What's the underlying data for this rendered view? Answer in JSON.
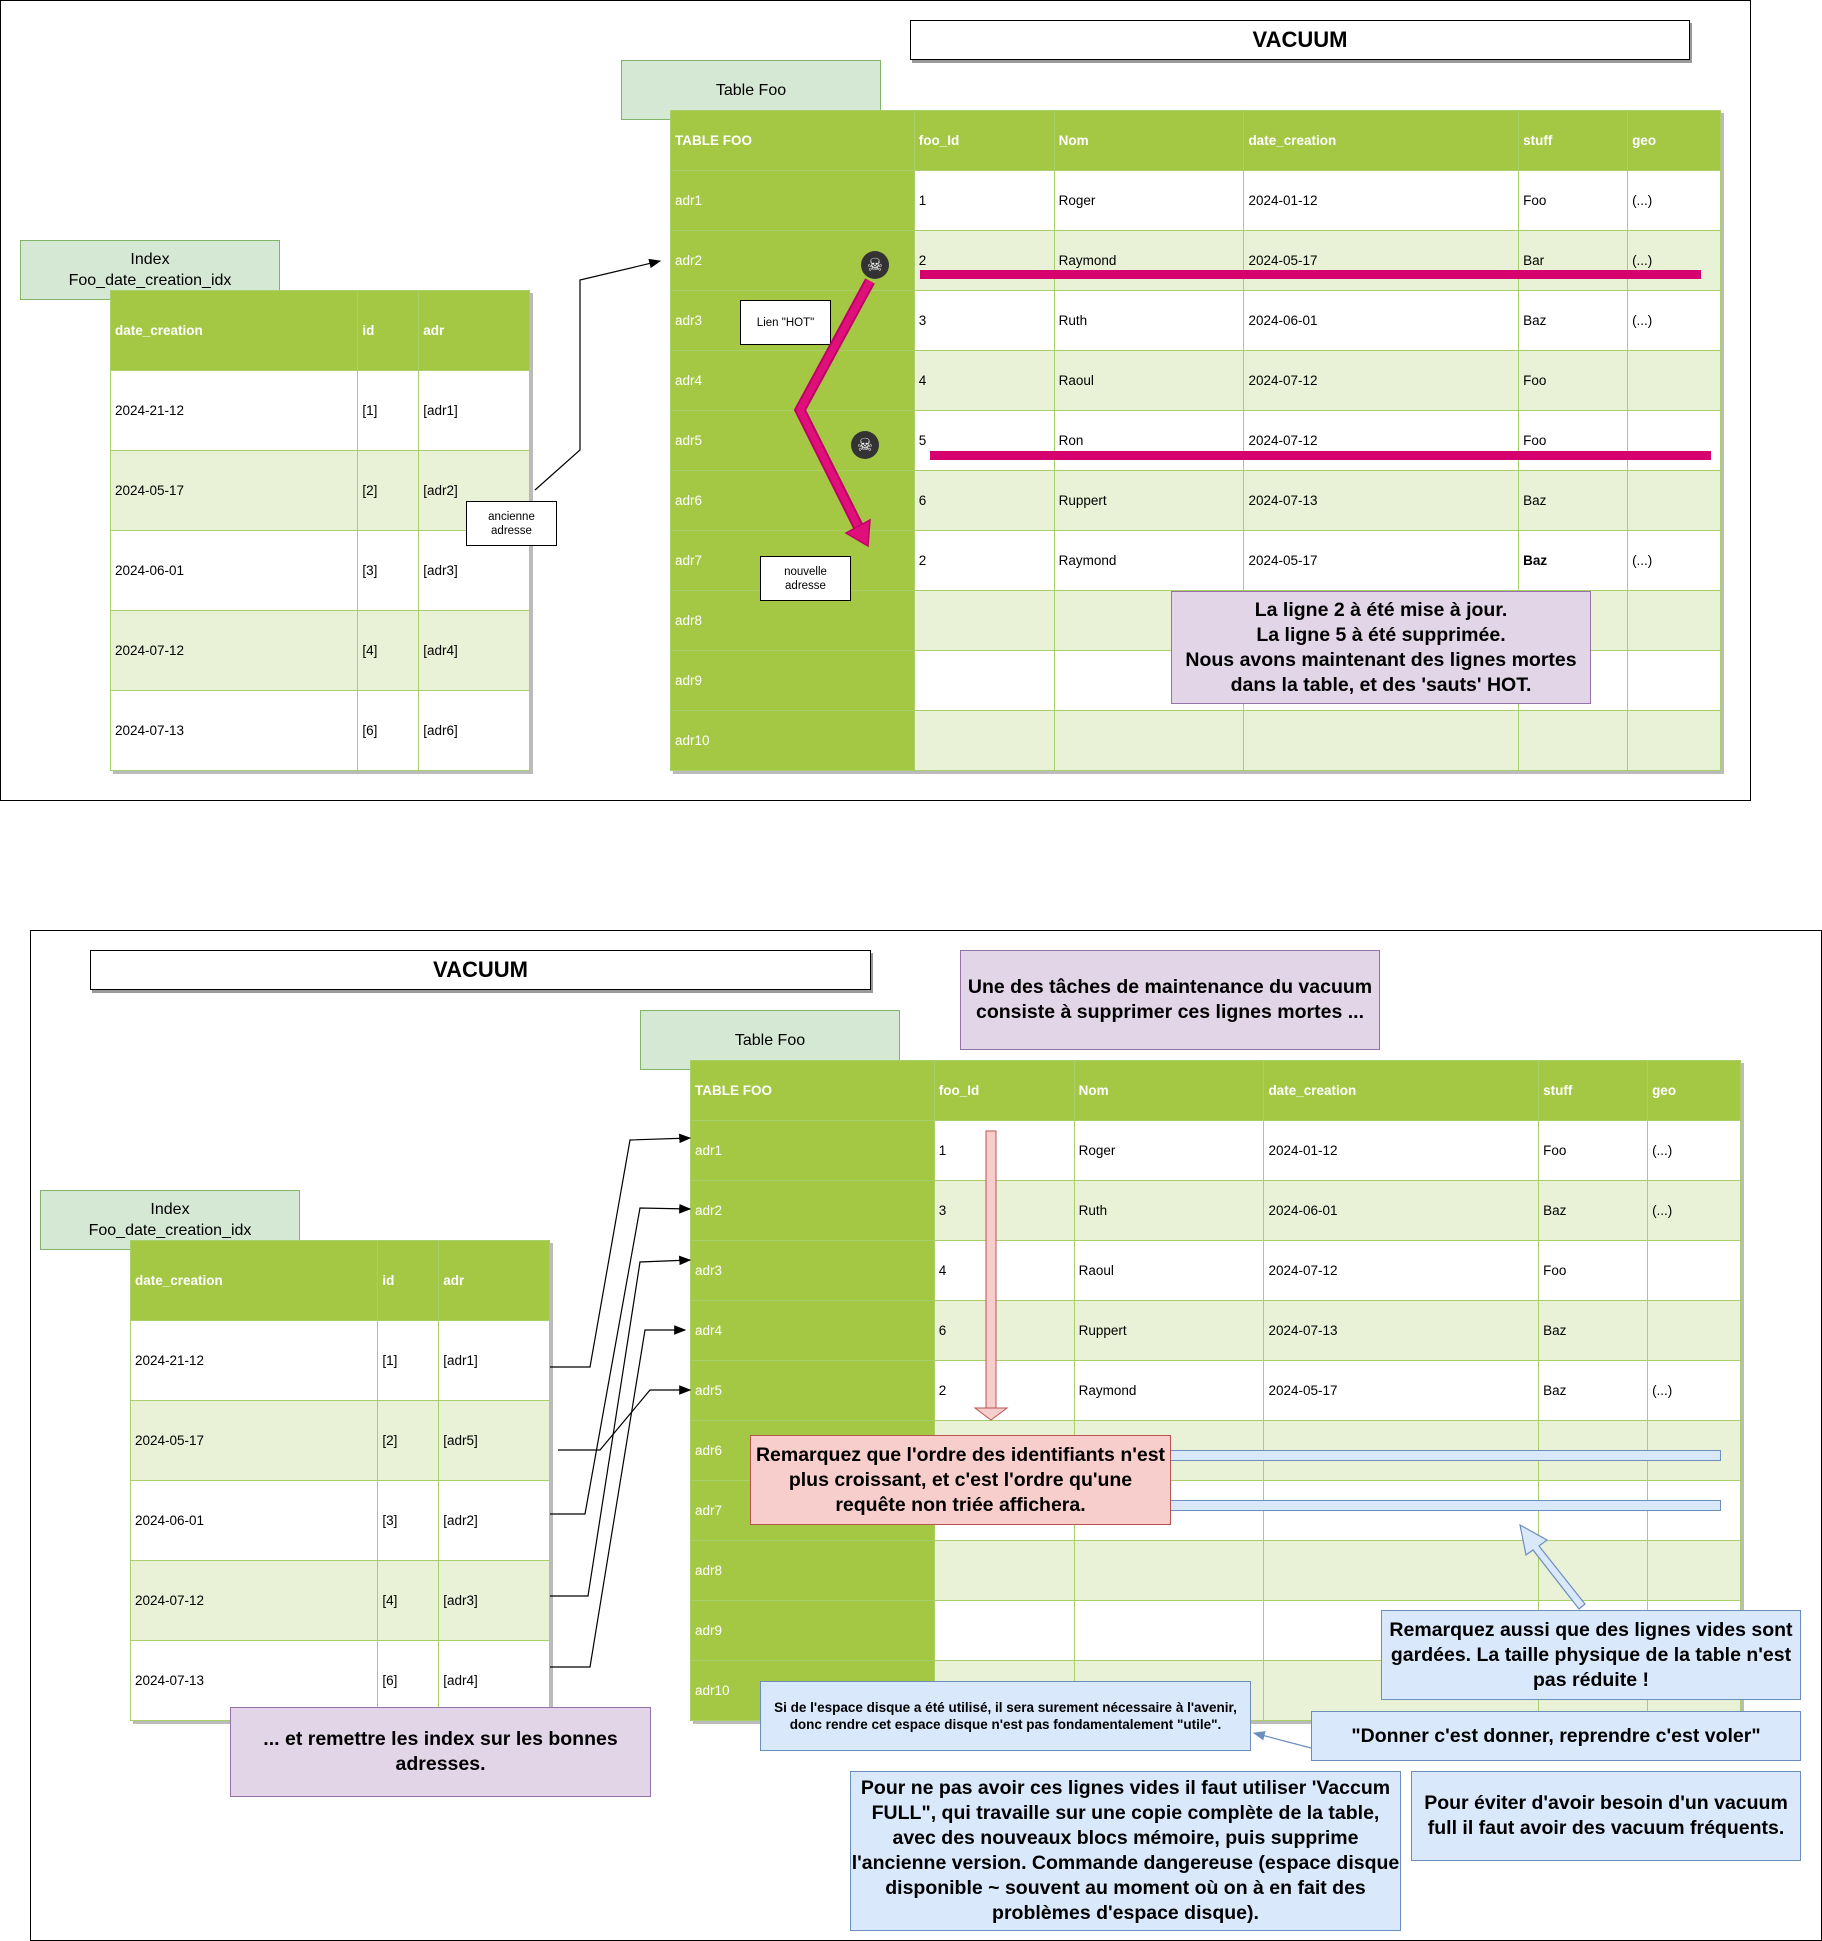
{
  "colors": {
    "header_green": "#a4c843",
    "row_alt": "#e9f1d6",
    "label_green": "#d5e8d4",
    "strike_magenta": "#d6006f",
    "hot_arrow": "#e0107a"
  },
  "top": {
    "title": "VACUUM",
    "table_label": "Table Foo",
    "index_label_line1": "Index",
    "index_label_line2": "Foo_date_creation_idx",
    "index_headers": [
      "date_creation",
      "id",
      "adr"
    ],
    "index_rows": [
      [
        "2024-21-12",
        "[1]",
        "[adr1]"
      ],
      [
        "2024-05-17",
        "[2]",
        "[adr2]"
      ],
      [
        "2024-06-01",
        "[3]",
        "[adr3]"
      ],
      [
        "2024-07-12",
        "[4]",
        "[adr4]"
      ],
      [
        "2024-07-13",
        "[6]",
        "[adr6]"
      ]
    ],
    "table_headers": [
      "TABLE FOO",
      "foo_Id",
      "Nom",
      "date_creation",
      "stuff",
      "geo"
    ],
    "table_rows": [
      [
        "adr1",
        "1",
        "Roger",
        "2024-01-12",
        "Foo",
        "(...)"
      ],
      [
        "adr2",
        "2",
        "Raymond",
        "2024-05-17",
        "Bar",
        "(...)"
      ],
      [
        "adr3",
        "3",
        "Ruth",
        "2024-06-01",
        "Baz",
        "(...)"
      ],
      [
        "adr4",
        "4",
        "Raoul",
        "2024-07-12",
        "Foo",
        ""
      ],
      [
        "adr5",
        "5",
        "Ron",
        "2024-07-12",
        "Foo",
        ""
      ],
      [
        "adr6",
        "6",
        "Ruppert",
        "2024-07-13",
        "Baz",
        ""
      ],
      [
        "adr7",
        "2",
        "Raymond",
        "2024-05-17",
        "Baz",
        "(...)"
      ],
      [
        "adr8",
        "",
        "",
        "",
        "",
        ""
      ],
      [
        "adr9",
        "",
        "",
        "",
        "",
        ""
      ],
      [
        "adr10",
        "",
        "",
        "",
        "",
        ""
      ]
    ],
    "lien_hot": "Lien \"HOT\"",
    "ancienne_adresse": "ancienne adresse",
    "nouvelle_adresse": "nouvelle adresse",
    "note": "La ligne 2 à été mise à jour.\nLa ligne 5 à été supprimée.\nNous avons maintenant des lignes mortes dans la table, et des 'sauts' HOT.",
    "skull_icon": "skull-icon"
  },
  "bottom": {
    "title": "VACUUM",
    "table_label": "Table Foo",
    "index_label_line1": "Index",
    "index_label_line2": "Foo_date_creation_idx",
    "index_headers": [
      "date_creation",
      "id",
      "adr"
    ],
    "index_rows": [
      [
        "2024-21-12",
        "[1]",
        "[adr1]"
      ],
      [
        "2024-05-17",
        "[2]",
        "[adr5]"
      ],
      [
        "2024-06-01",
        "[3]",
        "[adr2]"
      ],
      [
        "2024-07-12",
        "[4]",
        "[adr3]"
      ],
      [
        "2024-07-13",
        "[6]",
        "[adr4]"
      ]
    ],
    "table_headers": [
      "TABLE FOO",
      "foo_Id",
      "Nom",
      "date_creation",
      "stuff",
      "geo"
    ],
    "table_rows": [
      [
        "adr1",
        "1",
        "Roger",
        "2024-01-12",
        "Foo",
        "(...)"
      ],
      [
        "adr2",
        "3",
        "Ruth",
        "2024-06-01",
        "Baz",
        "(...)"
      ],
      [
        "adr3",
        "4",
        "Raoul",
        "2024-07-12",
        "Foo",
        ""
      ],
      [
        "adr4",
        "6",
        "Ruppert",
        "2024-07-13",
        "Baz",
        ""
      ],
      [
        "adr5",
        "2",
        "Raymond",
        "2024-05-17",
        "Baz",
        "(...)"
      ],
      [
        "adr6",
        "",
        "",
        "",
        "",
        ""
      ],
      [
        "adr7",
        "",
        "",
        "",
        "",
        ""
      ],
      [
        "adr8",
        "",
        "",
        "",
        "",
        ""
      ],
      [
        "adr9",
        "",
        "",
        "",
        "",
        ""
      ],
      [
        "adr10",
        "",
        "",
        "",
        "",
        ""
      ]
    ],
    "note_maintenance": "Une des tâches de maintenance du vacuum consiste à supprimer ces lignes mortes ...",
    "note_order": "Remarquez que l'ordre des identifiants n'est plus croissant, et c'est l'ordre qu'une requête non triée affichera.",
    "note_empty_rows": "Remarquez aussi que des lignes vides sont gardées. La taille physique de la table n'est pas réduite !",
    "note_disk": "Si de l'espace disque a été utilisé, il sera surement nécessaire à l'avenir, donc rendre cet espace disque n'est pas fondamentalement \"utile\".",
    "note_quote": "\"Donner c'est donner, reprendre c'est voler\"",
    "note_reindex": "... et remettre les index sur les bonnes adresses.",
    "note_full": "Pour ne pas avoir ces lignes vides il faut utiliser 'Vaccum FULL\", qui travaille sur une copie complète de la table, avec des nouveaux blocs mémoire, puis supprime l'ancienne version. Commande dangereuse (espace disque disponible ~ souvent au moment où on à en fait des problèmes d'espace disque).",
    "note_frequent": "Pour éviter d'avoir besoin d'un vacuum full il faut avoir des vacuum fréquents."
  }
}
